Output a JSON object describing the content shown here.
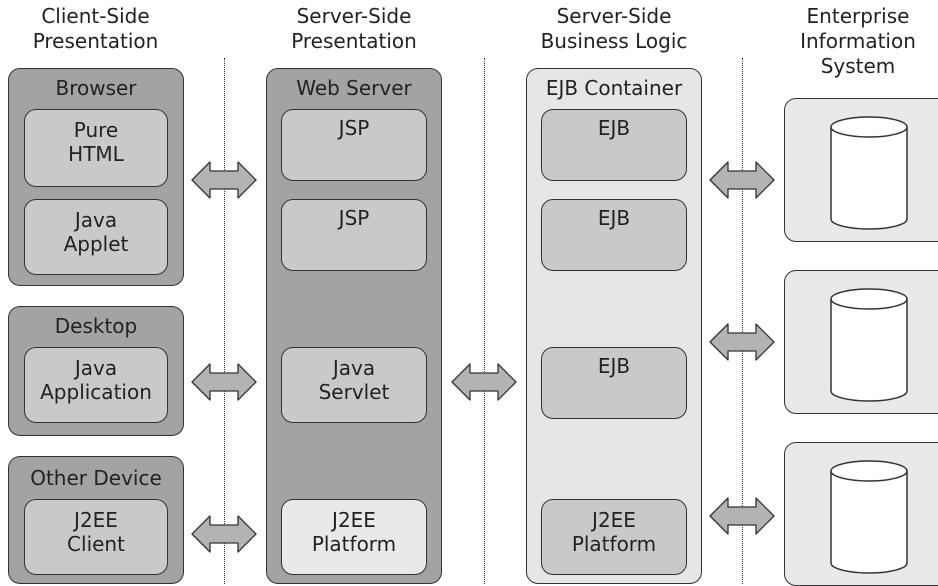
{
  "headers": {
    "client": [
      "Client-Side",
      "Presentation"
    ],
    "server_pres": [
      "Server-Side",
      "Presentation"
    ],
    "business": [
      "Server-Side",
      "Business Logic"
    ],
    "eis": [
      "Enterprise",
      "Information",
      "System"
    ]
  },
  "client_tier": {
    "browser": {
      "title": "Browser",
      "items": [
        [
          "Pure",
          "HTML"
        ],
        [
          "Java",
          "Applet"
        ]
      ]
    },
    "desktop": {
      "title": "Desktop",
      "items": [
        [
          "Java",
          "Application"
        ]
      ]
    },
    "other_device": {
      "title": "Other Device",
      "items": [
        [
          "J2EE",
          "Client"
        ]
      ]
    }
  },
  "web_server": {
    "title": "Web Server",
    "items": [
      [
        "JSP"
      ],
      [
        "JSP"
      ],
      [
        "Java",
        "Servlet"
      ],
      [
        "J2EE",
        "Platform"
      ]
    ]
  },
  "ejb_container": {
    "title": "EJB Container",
    "items": [
      [
        "EJB"
      ],
      [
        "EJB"
      ],
      [
        "EJB"
      ],
      [
        "J2EE",
        "Platform"
      ]
    ]
  },
  "eis_systems": 3
}
